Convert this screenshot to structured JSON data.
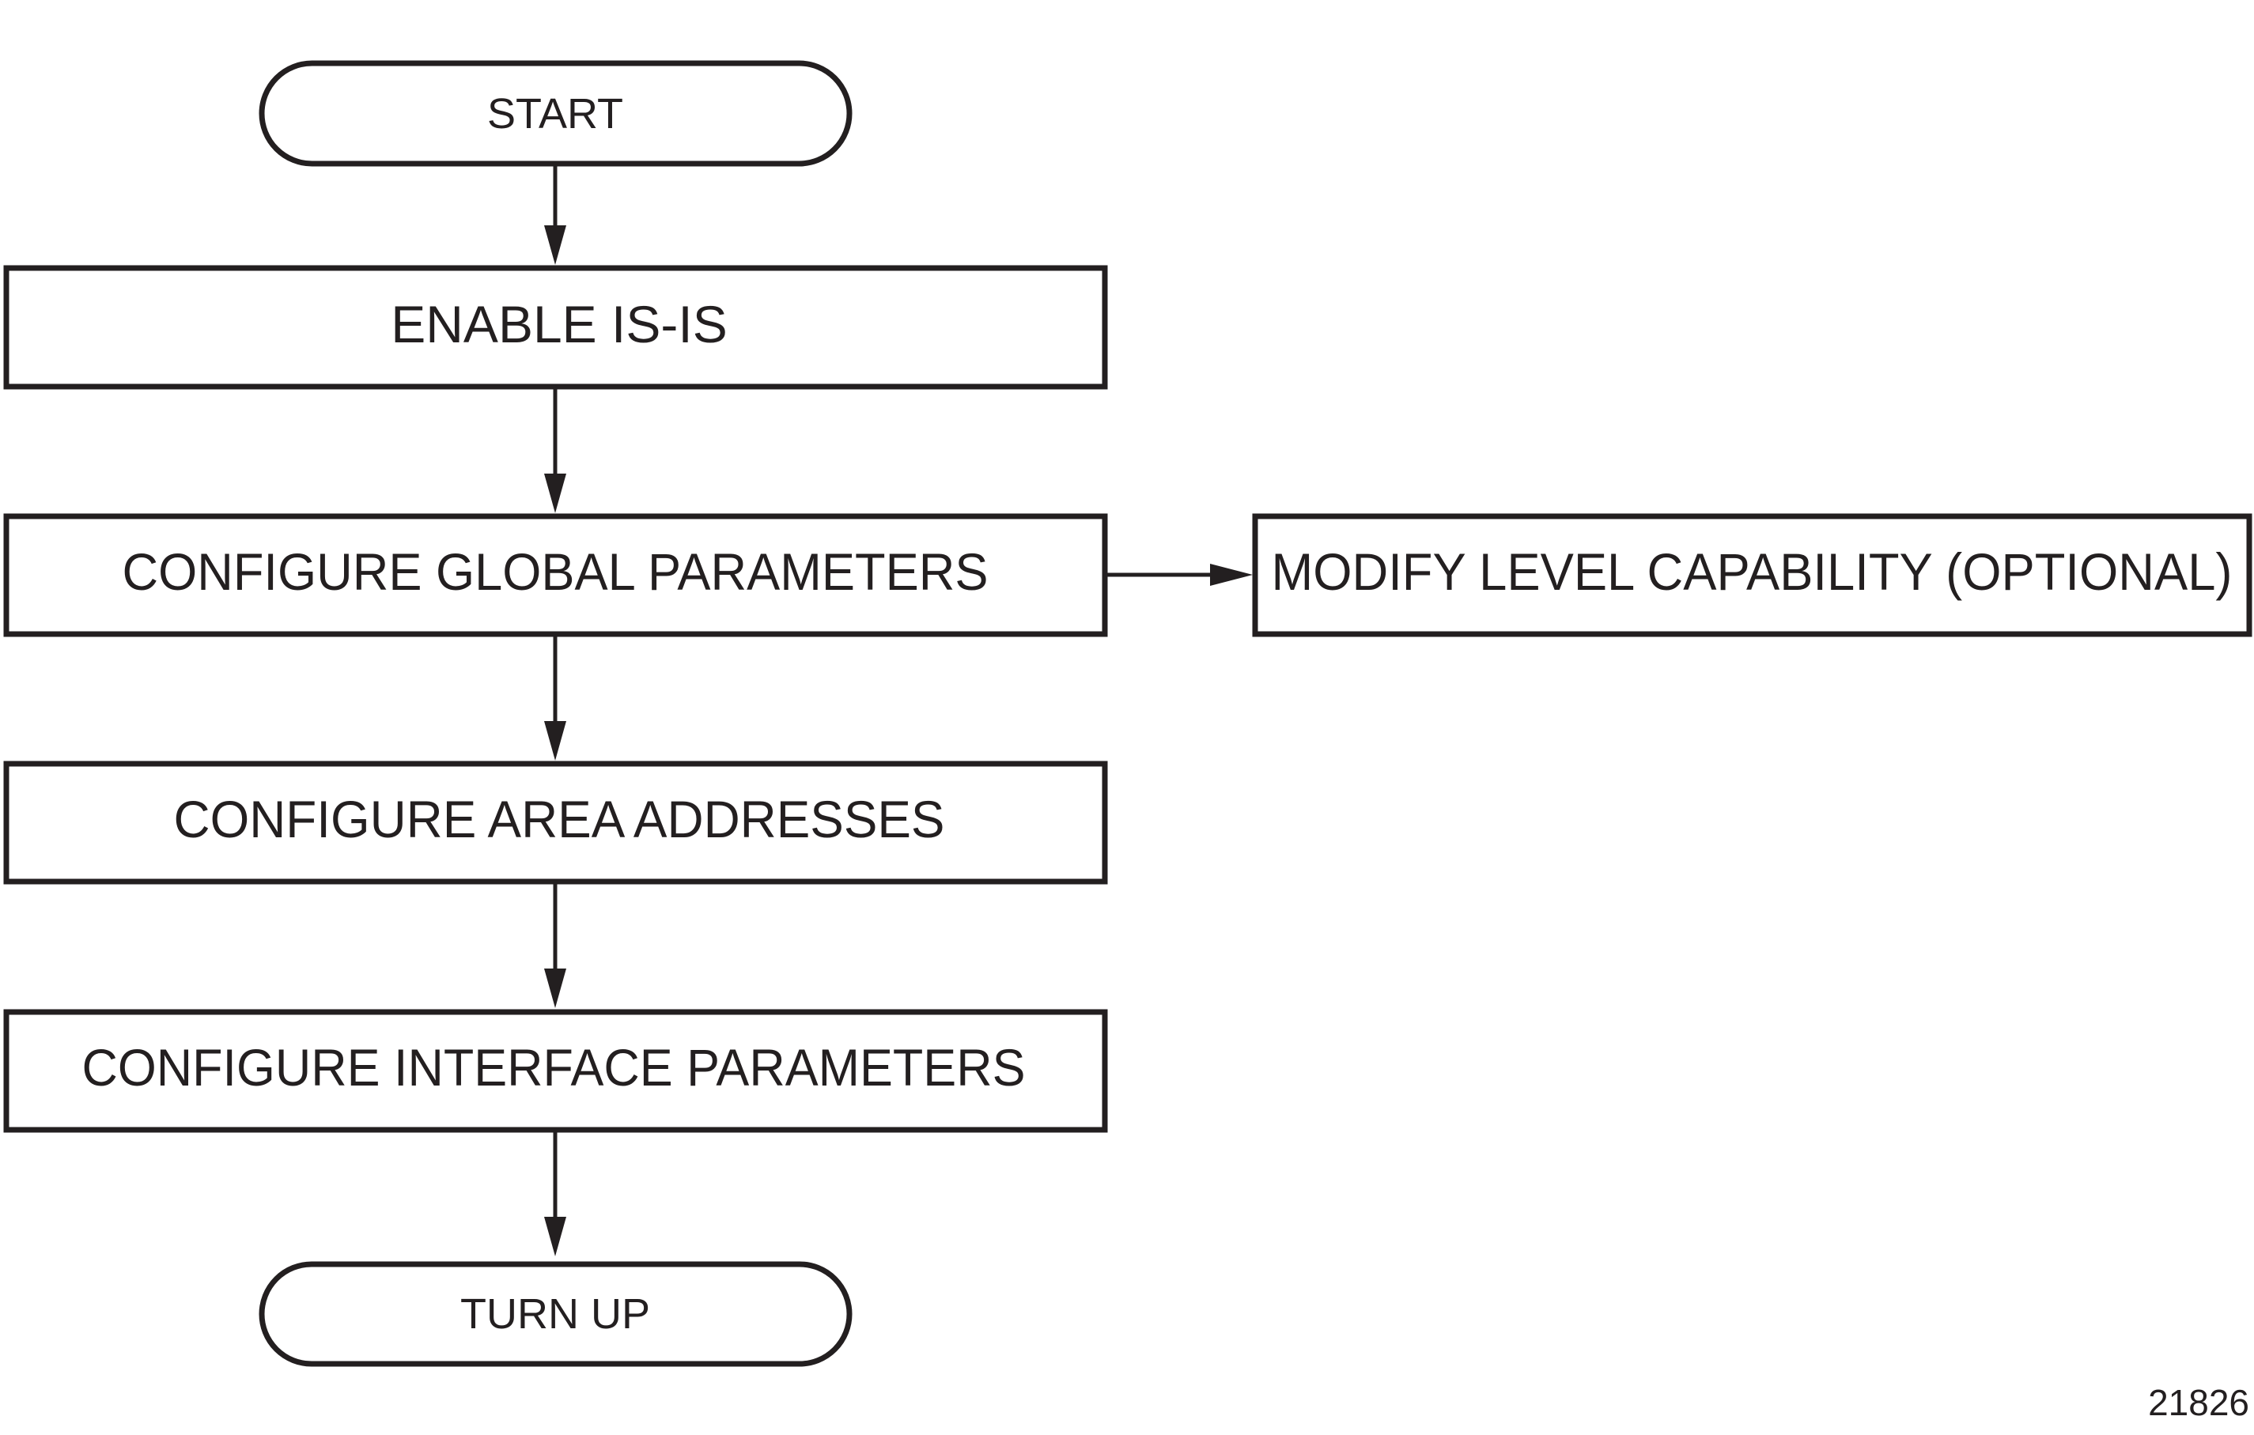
{
  "flowchart": {
    "start": "START",
    "steps": {
      "enable_isis": "ENABLE IS-IS",
      "configure_global": "CONFIGURE GLOBAL PARAMETERS",
      "modify_level": "MODIFY LEVEL CAPABILITY (OPTIONAL)",
      "configure_area": "CONFIGURE AREA ADDRESSES",
      "configure_interface": "CONFIGURE INTERFACE PARAMETERS"
    },
    "end": "TURN UP"
  },
  "figure_number": "21826",
  "colors": {
    "line": "#231f20",
    "background": "#ffffff"
  }
}
